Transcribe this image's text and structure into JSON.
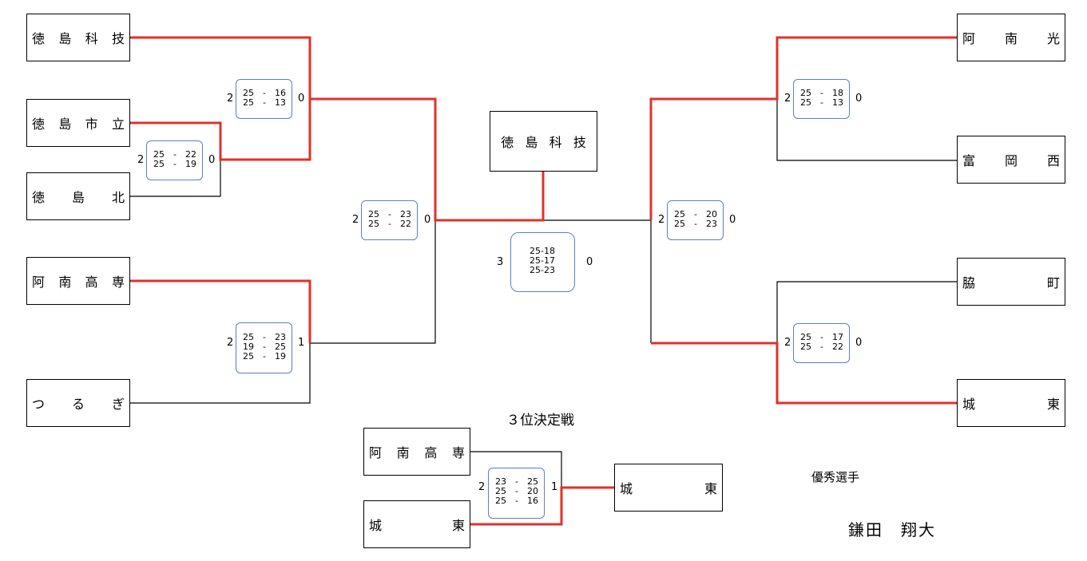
{
  "left_teams": [
    {
      "id": "t1",
      "chars": [
        "徳",
        "島",
        "科",
        "技"
      ]
    },
    {
      "id": "t2",
      "chars": [
        "徳",
        "島",
        "市",
        "立"
      ]
    },
    {
      "id": "t3",
      "chars": [
        "徳",
        "島",
        "北"
      ]
    },
    {
      "id": "t4",
      "chars": [
        "阿",
        "南",
        "高",
        "専"
      ]
    },
    {
      "id": "t5",
      "chars": [
        "つ",
        "る",
        "ぎ"
      ]
    }
  ],
  "right_teams": [
    {
      "id": "r1",
      "chars": [
        "阿",
        "南",
        "光"
      ]
    },
    {
      "id": "r2",
      "chars": [
        "富",
        "岡",
        "西"
      ]
    },
    {
      "id": "r3",
      "chars": [
        "脇",
        "町"
      ]
    },
    {
      "id": "r4",
      "chars": [
        "城",
        "東"
      ]
    }
  ],
  "champion": {
    "chars": [
      "徳",
      "島",
      "科",
      "技"
    ]
  },
  "third_place": {
    "title": "３位決定戦",
    "team_a": {
      "chars": [
        "阿",
        "南",
        "高",
        "専"
      ]
    },
    "team_b": {
      "chars": [
        "城",
        "東"
      ]
    },
    "winner": {
      "chars": [
        "城",
        "東"
      ]
    }
  },
  "mvp": {
    "label": "優秀選手",
    "name": "鎌田　翔大"
  },
  "matches": {
    "m_l1": {
      "left": "2",
      "right": "0",
      "sets": [
        "25　-　16",
        "25　-　13"
      ]
    },
    "m_l2": {
      "left": "2",
      "right": "0",
      "sets": [
        "25　-　22",
        "25　-　19"
      ]
    },
    "m_l3": {
      "left": "2",
      "right": "1",
      "sets": [
        "25　-　23",
        "19　-　25",
        "25　-　19"
      ]
    },
    "m_lsf": {
      "left": "2",
      "right": "0",
      "sets": [
        "25　-　23",
        "25　-　22"
      ]
    },
    "m_r1": {
      "left": "2",
      "right": "0",
      "sets": [
        "25　-　18",
        "25　-　13"
      ]
    },
    "m_r2": {
      "left": "2",
      "right": "0",
      "sets": [
        "25　-　17",
        "25　-　22"
      ]
    },
    "m_rsf": {
      "left": "2",
      "right": "0",
      "sets": [
        "25　-　20",
        "25　-　23"
      ]
    },
    "m_final": {
      "left": "3",
      "right": "0",
      "sets": [
        "25-18",
        "25-17",
        "25-23"
      ]
    },
    "m_third": {
      "left": "2",
      "right": "1",
      "sets": [
        "23　-　25",
        "25　-　20",
        "25　-　16"
      ]
    }
  },
  "colors": {
    "win_line": "#e0312b",
    "line": "#000000",
    "paren": "#5b7fc4"
  }
}
